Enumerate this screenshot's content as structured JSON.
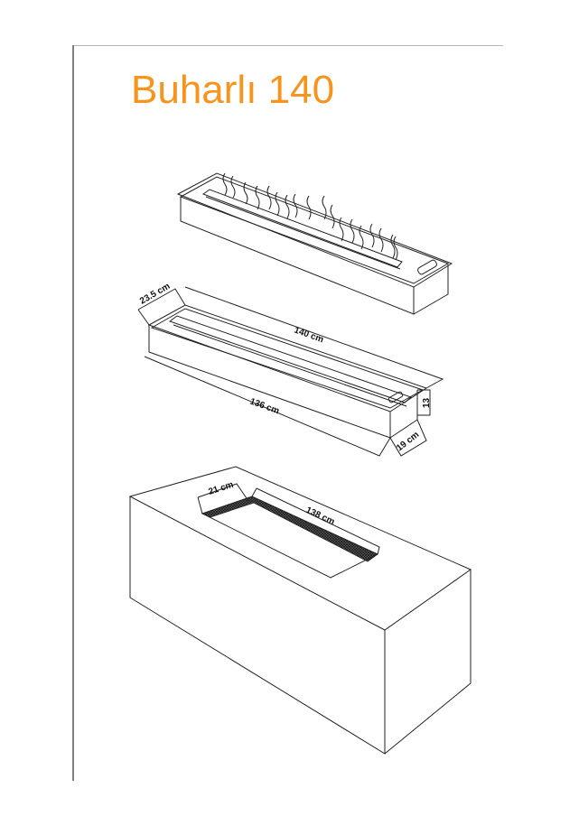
{
  "title": "Buharlı 140",
  "colors": {
    "title": "#f7941d",
    "line": "#222222",
    "border": "#808080"
  },
  "figures": [
    {
      "name": "burner-perspective",
      "description": "Bioethanol burner with flames"
    },
    {
      "name": "burner-dimensions",
      "labels": {
        "depth_top": "23.5 cm",
        "length_top": "140 cm",
        "length_bottom": "136 cm",
        "height": "13",
        "depth_bottom": "19 cm"
      }
    },
    {
      "name": "cutout-box",
      "labels": {
        "cutout_width": "21 cm",
        "cutout_length": "138 cm"
      }
    }
  ]
}
